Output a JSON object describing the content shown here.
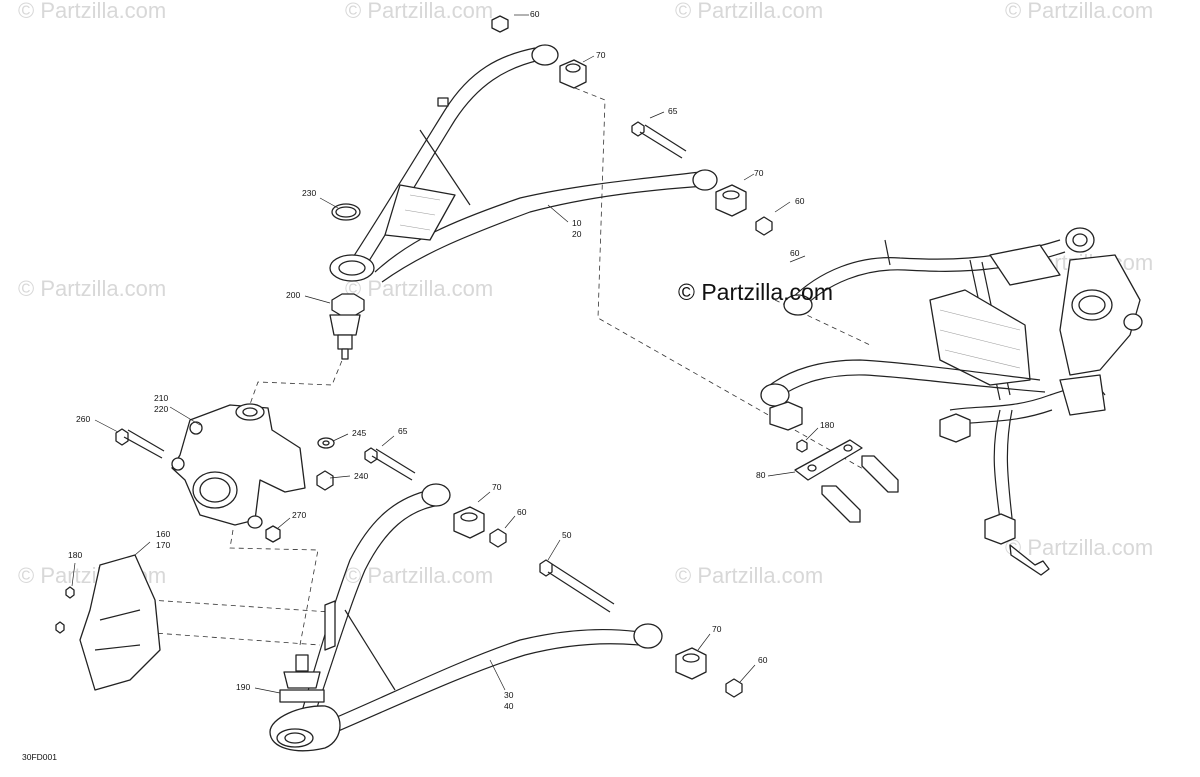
{
  "watermark": {
    "text": "© Partzilla.com",
    "color": "#d8d8d8"
  },
  "brand_watermark": "© Partzilla.com",
  "diagram_code": "30FD001",
  "callouts": [
    {
      "id": "c60a",
      "text": "60"
    },
    {
      "id": "c70a",
      "text": "70"
    },
    {
      "id": "c65a",
      "text": "65"
    },
    {
      "id": "c70b",
      "text": "70"
    },
    {
      "id": "c60b",
      "text": "60"
    },
    {
      "id": "c230",
      "text": "230"
    },
    {
      "id": "c10",
      "text": "10"
    },
    {
      "id": "c20",
      "text": "20"
    },
    {
      "id": "c200",
      "text": "200"
    },
    {
      "id": "c210",
      "text": "210"
    },
    {
      "id": "c220",
      "text": "220"
    },
    {
      "id": "c260",
      "text": "260"
    },
    {
      "id": "c245",
      "text": "245"
    },
    {
      "id": "c65b",
      "text": "65"
    },
    {
      "id": "c240",
      "text": "240"
    },
    {
      "id": "c70c",
      "text": "70"
    },
    {
      "id": "c60c",
      "text": "60"
    },
    {
      "id": "c270",
      "text": "270"
    },
    {
      "id": "c160",
      "text": "160"
    },
    {
      "id": "c170",
      "text": "170"
    },
    {
      "id": "c180a",
      "text": "180"
    },
    {
      "id": "c50",
      "text": "50"
    },
    {
      "id": "c70d",
      "text": "70"
    },
    {
      "id": "c60d",
      "text": "60"
    },
    {
      "id": "c190",
      "text": "190"
    },
    {
      "id": "c30",
      "text": "30"
    },
    {
      "id": "c40",
      "text": "40"
    },
    {
      "id": "c60e",
      "text": "60"
    },
    {
      "id": "c180b",
      "text": "180"
    },
    {
      "id": "c80",
      "text": "80"
    }
  ]
}
